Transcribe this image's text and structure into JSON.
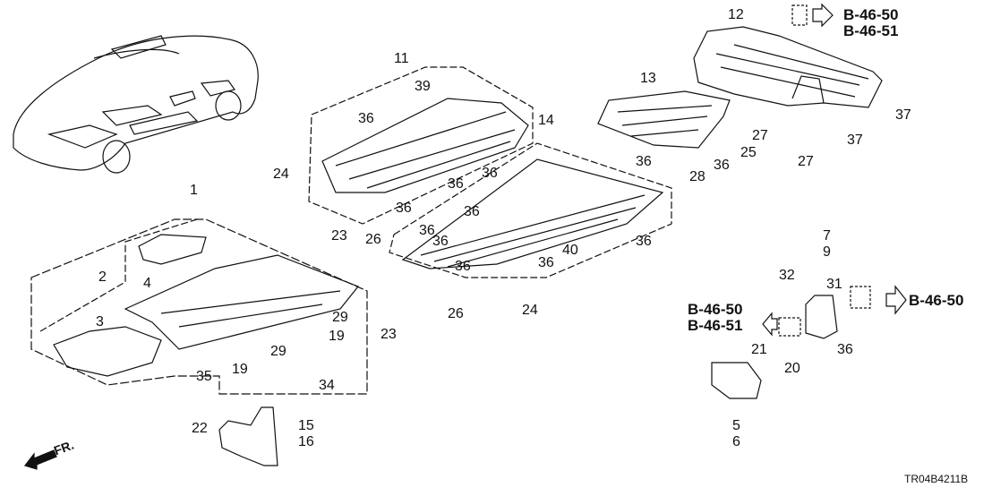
{
  "diagram": {
    "title": "Undercover parts diagram",
    "diagram_id": "TR04B4211B",
    "front_indicator": "FR.",
    "references": {
      "top_right": [
        "B-46-50",
        "B-46-51"
      ],
      "right_mid": [
        "B-46-50"
      ],
      "left_mid": [
        "B-46-50",
        "B-46-51"
      ]
    },
    "callouts": {
      "c1": "1",
      "c2": "2",
      "c3": "3",
      "c4": "4",
      "c5": "5",
      "c6": "6",
      "c7": "7",
      "c9": "9",
      "c11": "11",
      "c12": "12",
      "c13": "13",
      "c14": "14",
      "c15": "15",
      "c16": "16",
      "c19a": "19",
      "c19b": "19",
      "c20": "20",
      "c21": "21",
      "c22": "22",
      "c23a": "23",
      "c23b": "23",
      "c24a": "24",
      "c24b": "24",
      "c25": "25",
      "c26a": "26",
      "c26b": "26",
      "c27a": "27",
      "c27b": "27",
      "c28": "28",
      "c29a": "29",
      "c29b": "29",
      "c31": "31",
      "c32": "32",
      "c34": "34",
      "c35": "35",
      "c36a": "36",
      "c36b": "36",
      "c36c": "36",
      "c36d": "36",
      "c36e": "36",
      "c36f": "36",
      "c36g": "36",
      "c36h": "36",
      "c36i": "36",
      "c36j": "36",
      "c36k": "36",
      "c36l": "36",
      "c36m": "36",
      "c37a": "37",
      "c37b": "37",
      "c39": "39",
      "c40": "40"
    }
  }
}
